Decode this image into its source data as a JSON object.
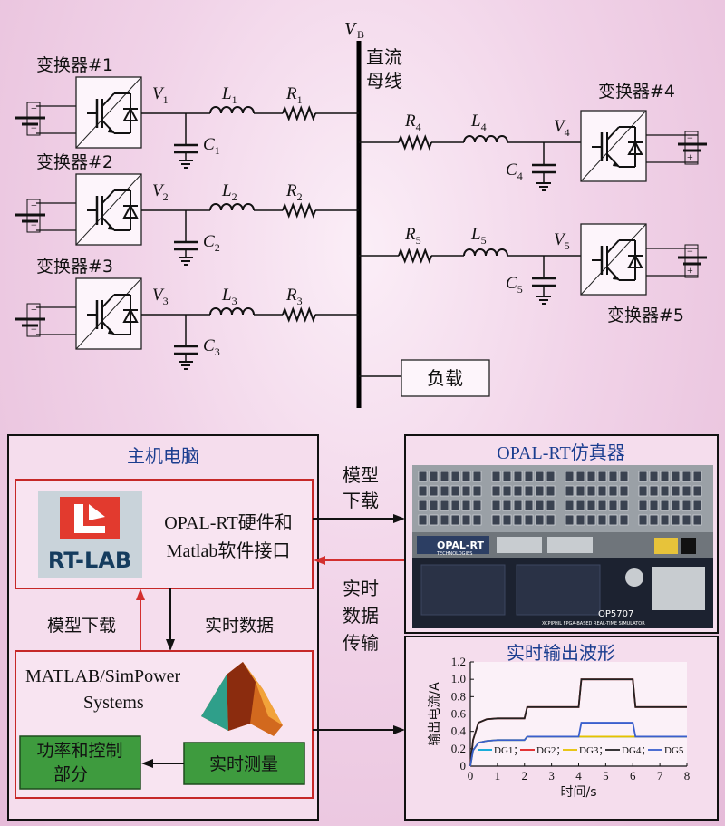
{
  "circuit": {
    "bus_symbol": "V",
    "bus_sub": "B",
    "bus_label_line1": "直流",
    "bus_label_line2": "母线",
    "load_label": "负载",
    "converters": [
      {
        "name": "变换器#1",
        "v": "1",
        "l": "1",
        "r": "1",
        "c": "1"
      },
      {
        "name": "变换器#2",
        "v": "2",
        "l": "2",
        "r": "2",
        "c": "2"
      },
      {
        "name": "变换器#3",
        "v": "3",
        "l": "3",
        "r": "3",
        "c": "3"
      },
      {
        "name": "变换器#4",
        "v": "4",
        "l": "4",
        "r": "4",
        "c": "4"
      },
      {
        "name": "变换器#5",
        "v": "5",
        "l": "5",
        "r": "5",
        "c": "5"
      }
    ]
  },
  "host": {
    "title": "主机电脑",
    "rtlab_logo": "RT-LAB",
    "interface_line1": "OPAL-RT硬件和",
    "interface_line2": "Matlab软件接口",
    "matlab_line1": "MATLAB/SimPower",
    "matlab_line2": "Systems",
    "power_control_line1": "功率和控制",
    "power_control_line2": "部分",
    "realtime_measure": "实时测量",
    "model_download_vertical": "模型下载",
    "realtime_data_horizontal": "实时数据"
  },
  "links": {
    "model_download_line1": "模型",
    "model_download_line2": "下载",
    "realtime_transfer_line1": "实时",
    "realtime_transfer_line2": "数据",
    "realtime_transfer_line3": "传输"
  },
  "simulator": {
    "title": "OPAL-RT仿真器",
    "brand": "OPAL-RT",
    "brand_sub": "TECHNOLOGIES",
    "model": "OP5707",
    "subtitle": "XCPIPHIL FPGA-BASED REAL-TIME SIMULATOR"
  },
  "waveform": {
    "title": "实时输出波形"
  },
  "chart_data": {
    "type": "line",
    "title": "",
    "xlabel": "时间/s",
    "ylabel": "输出电流/A",
    "xlim": [
      0,
      8
    ],
    "ylim": [
      0,
      1.2
    ],
    "xticks": [
      "0",
      "1",
      "2",
      "3",
      "4",
      "5",
      "6",
      "7",
      "8"
    ],
    "yticks": [
      "0",
      "0.2",
      "0.4",
      "0.6",
      "0.8",
      "1.0",
      "1.2"
    ],
    "legend_position": "bottom",
    "series": [
      {
        "name": "DG1",
        "color": "#00a6d6",
        "x": [
          0,
          0.1,
          0.3,
          0.6,
          1,
          2,
          2.1,
          4,
          4.1,
          6,
          6.1,
          8
        ],
        "y": [
          0,
          0.18,
          0.27,
          0.29,
          0.3,
          0.3,
          0.34,
          0.34,
          0.34,
          0.34,
          0.34,
          0.34
        ]
      },
      {
        "name": "DG2",
        "color": "#e02020",
        "x": [
          0,
          0.1,
          0.3,
          0.6,
          1,
          2,
          2.1,
          4,
          4.1,
          6,
          6.1,
          8
        ],
        "y": [
          0,
          0.3,
          0.5,
          0.54,
          0.55,
          0.55,
          0.68,
          0.68,
          1.0,
          1.0,
          0.68,
          0.68
        ]
      },
      {
        "name": "DG3",
        "color": "#e6c200",
        "x": [
          0,
          0.1,
          0.3,
          0.6,
          1,
          2,
          2.1,
          4,
          4.1,
          6,
          6.1,
          8
        ],
        "y": [
          0,
          0.18,
          0.27,
          0.29,
          0.3,
          0.3,
          0.34,
          0.34,
          0.34,
          0.34,
          0.34,
          0.34
        ]
      },
      {
        "name": "DG4",
        "color": "#222222",
        "x": [
          0,
          0.1,
          0.3,
          0.6,
          1,
          2,
          2.1,
          4,
          4.1,
          6,
          6.1,
          8
        ],
        "y": [
          0,
          0.3,
          0.5,
          0.54,
          0.55,
          0.55,
          0.68,
          0.68,
          1.0,
          1.0,
          0.68,
          0.68
        ]
      },
      {
        "name": "DG5",
        "color": "#3a5fcd",
        "x": [
          0,
          0.1,
          0.3,
          0.6,
          1,
          2,
          2.1,
          4,
          4.1,
          6,
          6.1,
          8
        ],
        "y": [
          0,
          0.18,
          0.27,
          0.29,
          0.3,
          0.3,
          0.34,
          0.34,
          0.5,
          0.5,
          0.34,
          0.34
        ]
      }
    ]
  }
}
